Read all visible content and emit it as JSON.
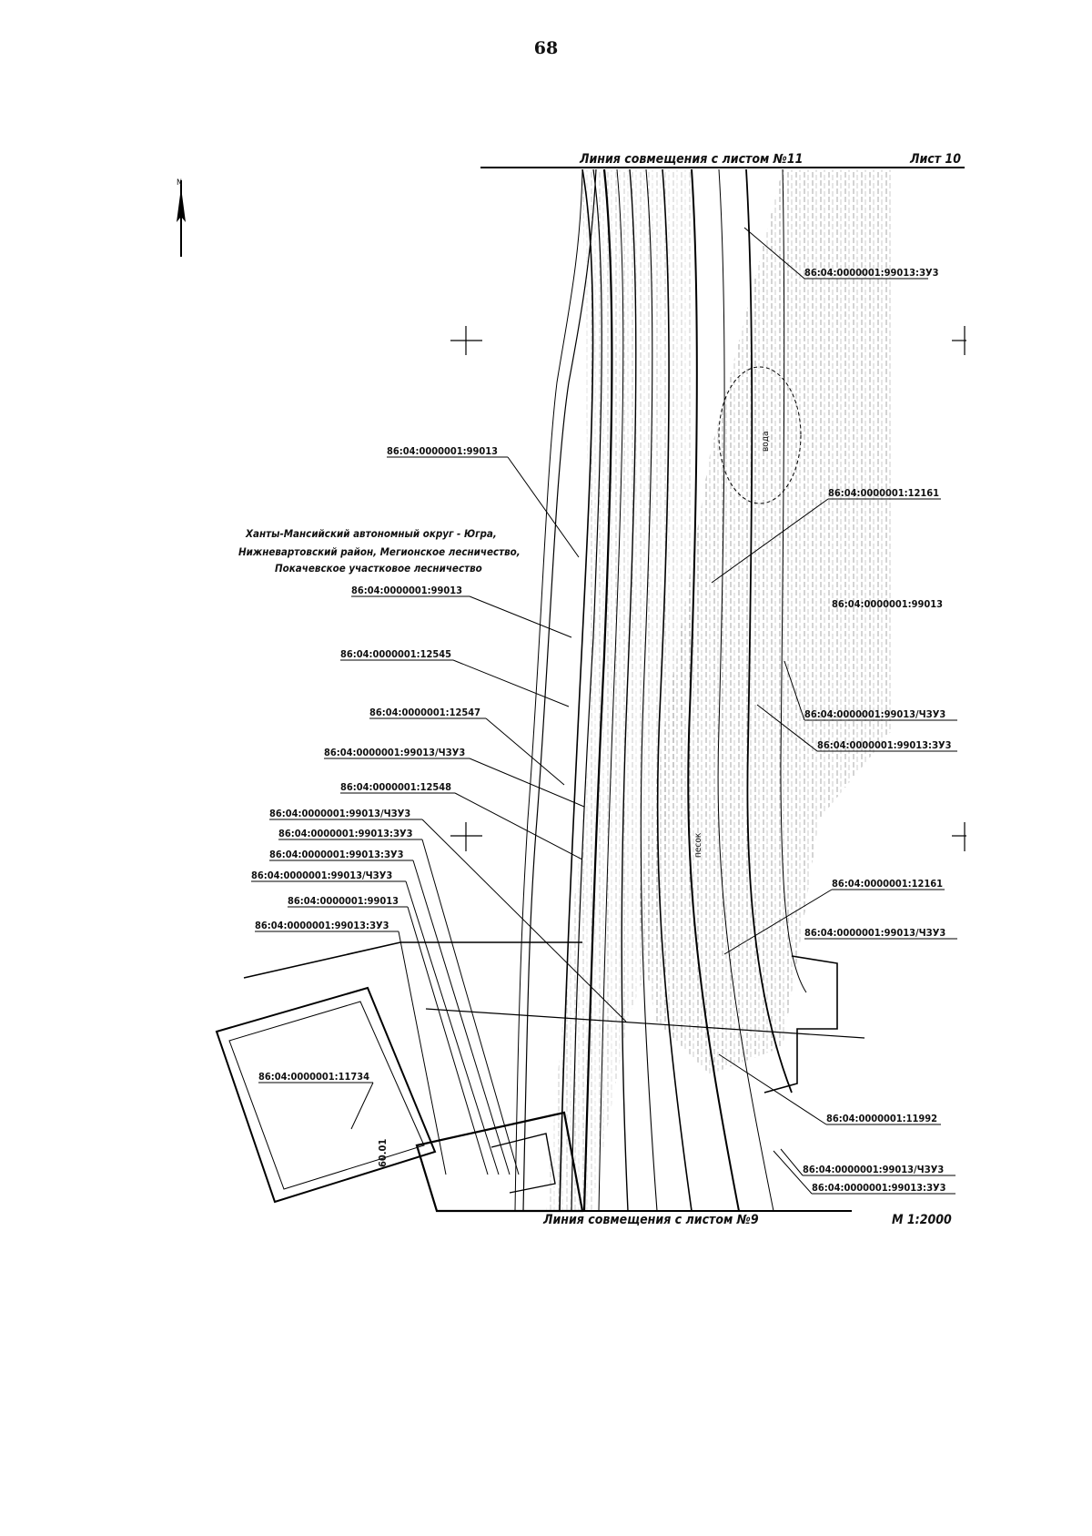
{
  "page": {
    "number": "68"
  },
  "sheet": {
    "title": "Лист 10",
    "top_line_label": "Линия совмещения с листом №11",
    "bottom_line_label": "Линия совмещения с листом №9",
    "scale": "М 1:2000"
  },
  "north_arrow": {
    "symbol": "N"
  },
  "region": {
    "lines": [
      "Ханты-Мансийский автономный округ - Югра,",
      "Нижневартовский район, Мегионское лесничество,",
      "Покачевское участковое лесничество"
    ]
  },
  "parcel_labels_left": [
    "86:04:0000001:99013",
    "86:04:0000001:99013",
    "86:04:0000001:12545",
    "86:04:0000001:12547",
    "86:04:0000001:99013/ЧЗУ3",
    "86:04:0000001:12548",
    "86:04:0000001:99013/ЧЗУ3",
    "86:04:0000001:99013:ЗУ3",
    "86:04:0000001:99013:ЗУ3",
    "86:04:0000001:99013/ЧЗУ3",
    "86:04:0000001:99013",
    "86:04:0000001:99013:ЗУ3"
  ],
  "parcel_labels_right": [
    "86:04:0000001:99013:ЗУ3",
    "86:04:0000001:12161",
    "86:04:0000001:99013",
    "86:04:0000001:99013/ЧЗУ3",
    "86:04:0000001:99013:ЗУ3",
    "86:04:0000001:12161",
    "86:04:0000001:99013/ЧЗУ3",
    "86:04:0000001:11992",
    "86:04:0000001:99013/ЧЗУ3",
    "86:04:0000001:99013:ЗУ3"
  ],
  "parcel_label_inset": "86:04:0000001:11734",
  "map_annotations": [
    "60.01",
    "песок",
    "вода"
  ]
}
